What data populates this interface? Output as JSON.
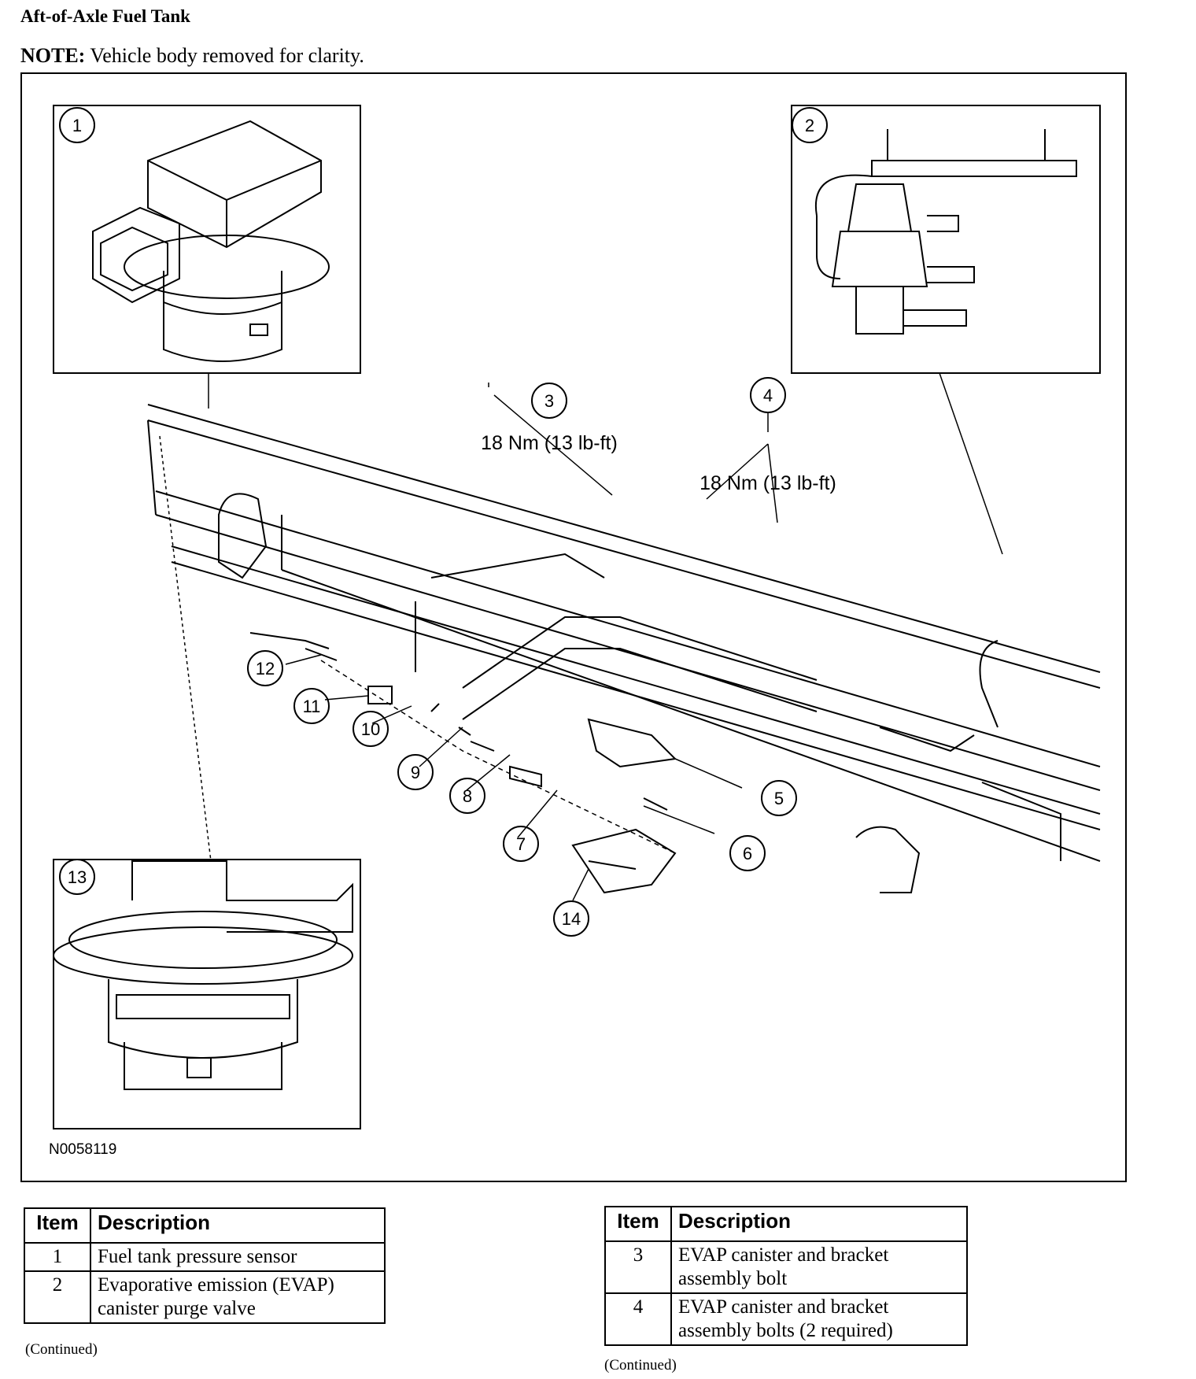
{
  "heading": "Aft-of-Axle Fuel Tank",
  "note": {
    "label": "NOTE:",
    "text": "Vehicle body removed for clarity."
  },
  "figure": {
    "id": "N0058119",
    "callouts": [
      "1",
      "2",
      "3",
      "4",
      "5",
      "6",
      "7",
      "8",
      "9",
      "10",
      "11",
      "12",
      "13",
      "14"
    ],
    "torque_3": "18 Nm (13 lb-ft)",
    "torque_4": "18 Nm (13 lb-ft)"
  },
  "table_left": {
    "headers": [
      "Item",
      "Description"
    ],
    "rows": [
      {
        "item": "1",
        "desc_line1": "Fuel tank pressure sensor",
        "desc_line2": ""
      },
      {
        "item": "2",
        "desc_line1": "Evaporative emission (EVAP)",
        "desc_line2": "canister purge valve"
      }
    ],
    "continued": "(Continued)"
  },
  "table_right": {
    "headers": [
      "Item",
      "Description"
    ],
    "rows": [
      {
        "item": "3",
        "desc_line1": "EVAP canister and bracket",
        "desc_line2": "assembly bolt"
      },
      {
        "item": "4",
        "desc_line1": "EVAP canister and bracket",
        "desc_line2": "assembly bolts (2 required)"
      }
    ],
    "continued": "(Continued)"
  }
}
